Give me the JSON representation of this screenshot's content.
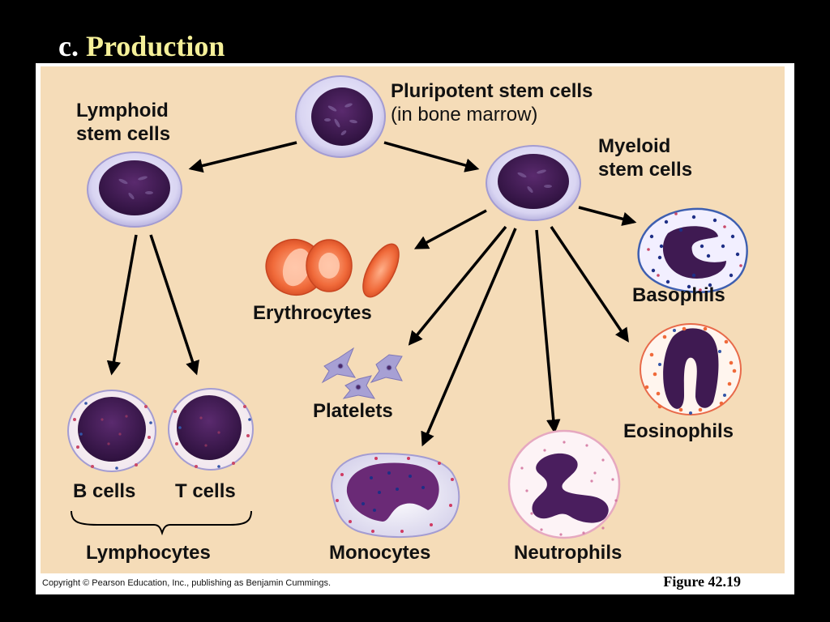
{
  "slide": {
    "prefix": "c.",
    "title": "Production"
  },
  "figure": {
    "labels": {
      "pluripotent_line1": "Pluripotent stem cells",
      "pluripotent_line2": "(in bone marrow)",
      "lymphoid_line1": "Lymphoid",
      "lymphoid_line2": "stem cells",
      "myeloid_line1": "Myeloid",
      "myeloid_line2": "stem cells",
      "erythrocytes": "Erythrocytes",
      "platelets": "Platelets",
      "basophils": "Basophils",
      "eosinophils": "Eosinophils",
      "b_cells": "B cells",
      "t_cells": "T cells",
      "lymphocytes": "Lymphocytes",
      "monocytes": "Monocytes",
      "neutrophils": "Neutrophils"
    },
    "copyright": "Copyright © Pearson Education, Inc., publishing as Benjamin Cummings.",
    "figure_number": "Figure 42.19"
  },
  "colors": {
    "slide_background": "#000000",
    "figure_background": "#f5dcb8",
    "title_accent": "#f5f099",
    "nucleus": "#3f1a52",
    "cell_membrane": "#c7c3e6",
    "erythrocyte": "#ef6a3a"
  }
}
